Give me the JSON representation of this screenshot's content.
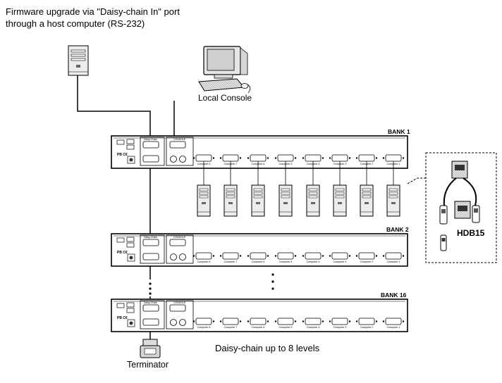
{
  "title": {
    "line1": "Firmware upgrade via \"Daisy-chain In\" port",
    "line2": "through a host computer (RS-232)"
  },
  "console": {
    "label": "Local Console"
  },
  "banks": [
    {
      "label": "BANK 1",
      "ports": [
        "Computer 8",
        "Computer 7",
        "Computer 6",
        "Computer 5",
        "Computer 4",
        "Computer 3",
        "Computer 2",
        "Computer 1"
      ]
    },
    {
      "label": "BANK 2",
      "ports": [
        "Computer 8",
        "Computer 7",
        "Computer 6",
        "Computer 5",
        "Computer 4",
        "Computer 3",
        "Computer 2",
        "Computer 1"
      ]
    },
    {
      "label": "BANK 16",
      "ports": [
        "Computer 8",
        "Computer 7",
        "Computer 6",
        "Computer 5",
        "Computer 4",
        "Computer 3",
        "Computer 2",
        "Computer 1"
      ]
    }
  ],
  "panel_labels": {
    "daisy_chain": "Daisy-Chain",
    "console": "CONSOLE",
    "pb": "PB C€"
  },
  "cable": {
    "label": "HDB15"
  },
  "terminator": {
    "label": "Terminator"
  },
  "note": "Daisy-chain up to 8 levels"
}
